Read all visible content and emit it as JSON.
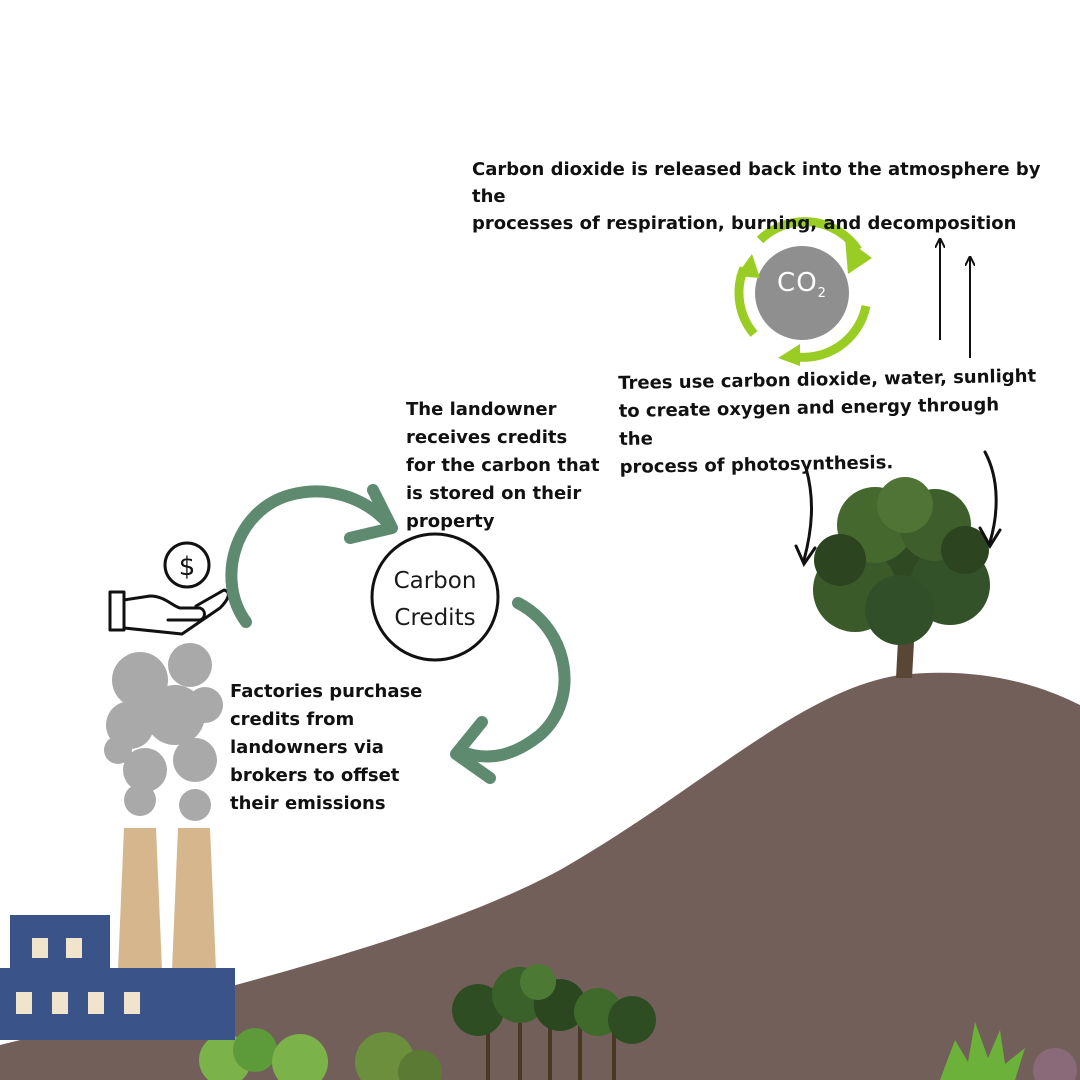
{
  "captions": {
    "atmosphere": "Carbon dioxide is released back into the atmosphere by the\nprocesses of respiration, burning, and decomposition",
    "photosynthesis": "Trees use carbon dioxide, water, sunlight\nto create oxygen and energy through the\nprocess of  photosynthesis.",
    "landowner": "The landowner\nreceives credits\n for the carbon that\nis stored on their\nproperty",
    "factories": "Factories purchase\ncredits from\nlandowners via\nbrokers to offset\ntheir emissions"
  },
  "credits_node": {
    "label": "Carbon\nCredits"
  },
  "co2_badge": {
    "main": "CO",
    "subscript": "2"
  },
  "icons": {
    "money_hand": "money-in-hand-icon",
    "co2_cycle": "co2-recycle-icon",
    "factory": "factory-illustration",
    "tree": "tree-illustration"
  },
  "colors": {
    "hill": "#735f59",
    "cycle_arrow": "#5e8a70",
    "factory_blue": "#3a548a",
    "chimney": "#d6b68c",
    "smoke": "#a9a9a9",
    "co2_gray": "#8f8f8f",
    "co2_green": "#9acd23"
  }
}
